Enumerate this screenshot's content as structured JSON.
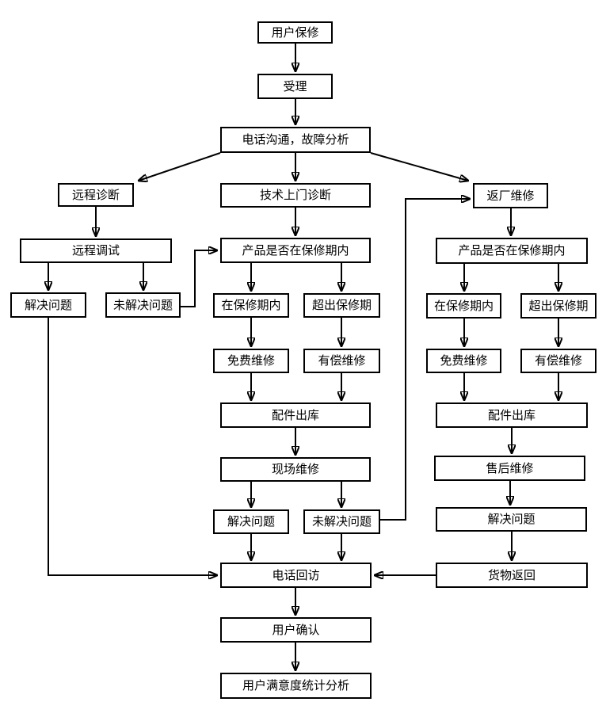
{
  "colors": {
    "background": "#ffffff",
    "box_fill": "#ffffff",
    "box_border": "#000000",
    "line": "#000000",
    "text": "#000000"
  },
  "nodes": {
    "user_warranty": "用户保修",
    "acceptance": "受理",
    "phone_analysis": "电话沟通，故障分析",
    "remote_diagnosis": "远程诊断",
    "onsite_diagnosis": "技术上门诊断",
    "factory_repair": "返厂维修",
    "remote_debug": "远程调试",
    "warranty_check_mid": "产品是否在保修期内",
    "warranty_check_right": "产品是否在保修期内",
    "solved_left": "解决问题",
    "unsolved_left": "未解决问题",
    "in_warranty_mid": "在保修期内",
    "out_warranty_mid": "超出保修期",
    "in_warranty_right": "在保修期内",
    "out_warranty_right": "超出保修期",
    "free_repair_mid": "免费维修",
    "paid_repair_mid": "有偿维修",
    "free_repair_right": "免费维修",
    "paid_repair_right": "有偿维修",
    "parts_out_mid": "配件出库",
    "parts_out_right": "配件出库",
    "onsite_repair": "现场维修",
    "aftersales_repair": "售后维修",
    "solved_mid": "解决问题",
    "unsolved_mid": "未解决问题",
    "solved_right": "解决问题",
    "goods_return": "货物返回",
    "phone_followup": "电话回访",
    "user_confirm": "用户确认",
    "satisfaction_analysis": "用户满意度统计分析"
  },
  "edges": [
    {
      "from": "user_warranty",
      "to": "acceptance"
    },
    {
      "from": "acceptance",
      "to": "phone_analysis"
    },
    {
      "from": "phone_analysis",
      "to": "onsite_diagnosis"
    },
    {
      "from": "phone_analysis",
      "to": "remote_diagnosis"
    },
    {
      "from": "phone_analysis",
      "to": "factory_repair"
    },
    {
      "from": "remote_diagnosis",
      "to": "remote_debug"
    },
    {
      "from": "remote_debug",
      "to": "solved_left"
    },
    {
      "from": "remote_debug",
      "to": "unsolved_left"
    },
    {
      "from": "unsolved_left",
      "to": "warranty_check_mid"
    },
    {
      "from": "onsite_diagnosis",
      "to": "warranty_check_mid"
    },
    {
      "from": "warranty_check_mid",
      "to": "in_warranty_mid"
    },
    {
      "from": "warranty_check_mid",
      "to": "out_warranty_mid"
    },
    {
      "from": "in_warranty_mid",
      "to": "free_repair_mid"
    },
    {
      "from": "out_warranty_mid",
      "to": "paid_repair_mid"
    },
    {
      "from": "free_repair_mid",
      "to": "parts_out_mid"
    },
    {
      "from": "paid_repair_mid",
      "to": "parts_out_mid"
    },
    {
      "from": "parts_out_mid",
      "to": "onsite_repair"
    },
    {
      "from": "onsite_repair",
      "to": "solved_mid"
    },
    {
      "from": "onsite_repair",
      "to": "unsolved_mid"
    },
    {
      "from": "solved_mid",
      "to": "phone_followup"
    },
    {
      "from": "unsolved_mid",
      "to": "phone_followup"
    },
    {
      "from": "unsolved_mid",
      "to": "factory_repair"
    },
    {
      "from": "factory_repair",
      "to": "warranty_check_right"
    },
    {
      "from": "warranty_check_right",
      "to": "in_warranty_right"
    },
    {
      "from": "warranty_check_right",
      "to": "out_warranty_right"
    },
    {
      "from": "in_warranty_right",
      "to": "free_repair_right"
    },
    {
      "from": "out_warranty_right",
      "to": "paid_repair_right"
    },
    {
      "from": "free_repair_right",
      "to": "parts_out_right"
    },
    {
      "from": "paid_repair_right",
      "to": "parts_out_right"
    },
    {
      "from": "parts_out_right",
      "to": "aftersales_repair"
    },
    {
      "from": "aftersales_repair",
      "to": "solved_right"
    },
    {
      "from": "solved_right",
      "to": "goods_return"
    },
    {
      "from": "goods_return",
      "to": "phone_followup"
    },
    {
      "from": "solved_left",
      "to": "phone_followup"
    },
    {
      "from": "phone_followup",
      "to": "user_confirm"
    },
    {
      "from": "user_confirm",
      "to": "satisfaction_analysis"
    }
  ]
}
